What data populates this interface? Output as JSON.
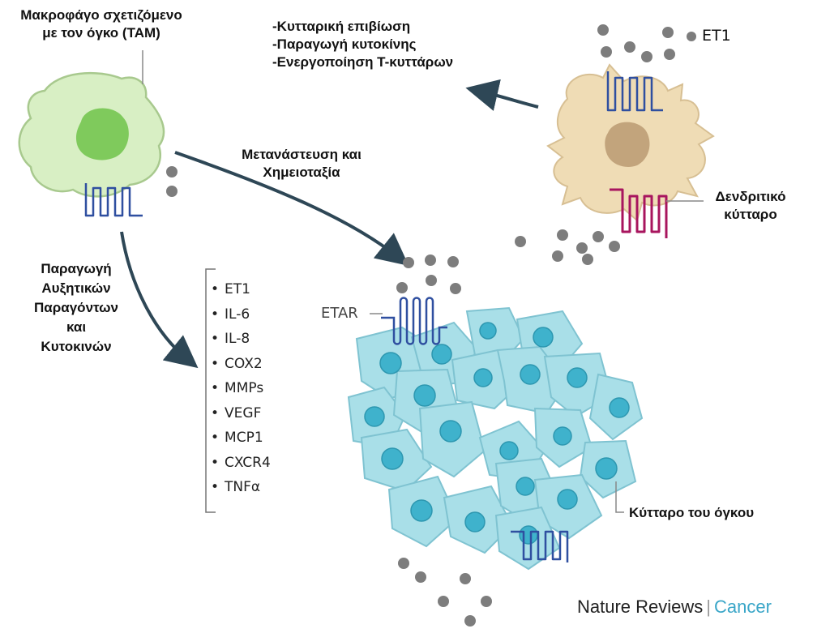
{
  "labels": {
    "tam": "Μακροφάγο σχετιζόμενο",
    "tam_line2": "με τον όγκο (TAM)",
    "dc_effects": [
      "-Κυτταρική επιβίωση",
      "-Παραγωγή κυτοκίνης",
      "-Ενεργοποίηση Τ-κυττάρων"
    ],
    "et1": "ET1",
    "migration": "Μετανάστευση και",
    "migration_line2": "Χημειοταξία",
    "dendritic": "Δενδριτικό",
    "dendritic_line2": "κύτταρο",
    "production": [
      "Παραγωγή",
      "Αυξητικών",
      "Παραγόντων",
      "και",
      "Κυτοκινών"
    ],
    "etar": "ETAR",
    "tumor_cell": "Κύτταρο του όγκου"
  },
  "factors": [
    "ET1",
    "IL-6",
    "IL-8",
    "COX2",
    "MMPs",
    "VEGF",
    "MCP1",
    "CXCR4",
    "TNFα"
  ],
  "brand": {
    "name": "Nature Reviews",
    "separator": "|",
    "journal": "Cancer"
  },
  "colors": {
    "tam_fill": "#d8efc4",
    "tam_nucleus": "#7fca5c",
    "dc_fill": "#efdcb5",
    "dc_nucleus": "#c2a47c",
    "tumor_fill": "#a9dfe8",
    "tumor_nucleus": "#3fb2cc",
    "receptor_blue": "#2f4fa0",
    "receptor_magenta": "#a8155e",
    "arrow": "#2e4756",
    "dot": "#7d7d7d",
    "brand_accent": "#3aa6c8"
  }
}
